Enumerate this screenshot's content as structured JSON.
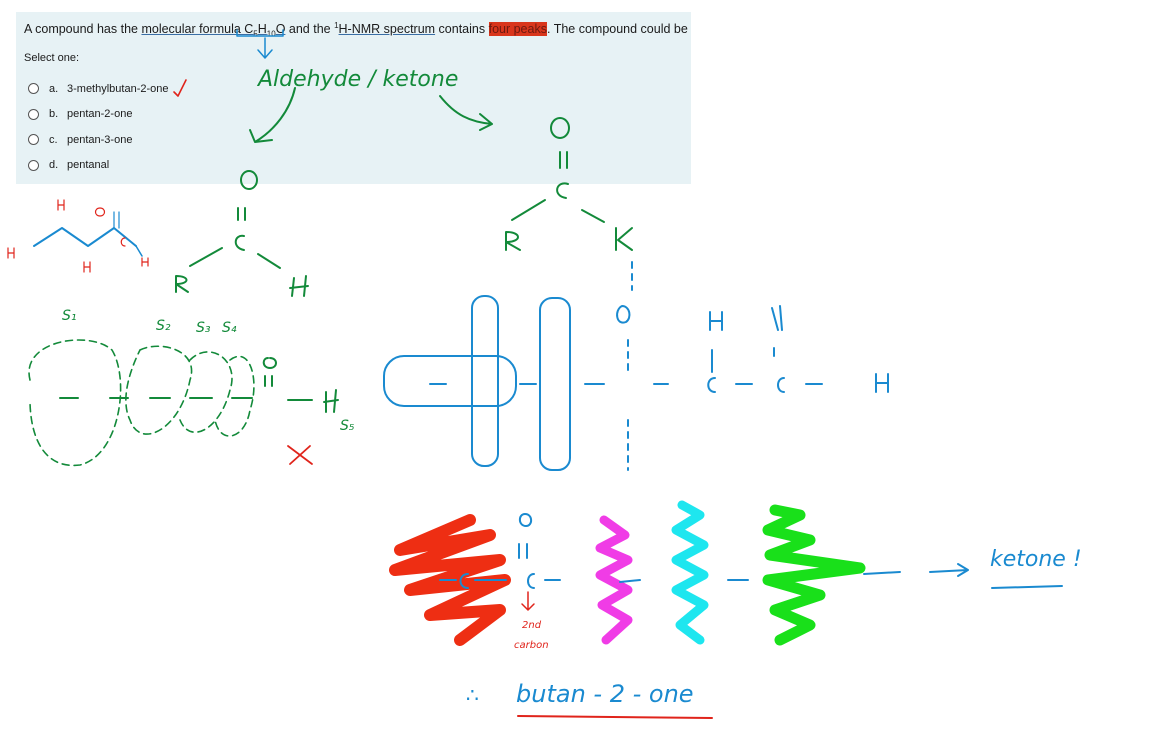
{
  "question": {
    "part1": "A compound has the ",
    "underline1": "molecular formula C",
    "sub5": "5",
    "h": "H",
    "sub10": "10",
    "o": "O",
    "part2": " and the ",
    "sup1": "1",
    "underline2": "H-NMR spectrum",
    "part3": " contains ",
    "highlight": "four peaks",
    "part4": ". The compound could be"
  },
  "select_one": "Select one:",
  "options": [
    {
      "letter": "a.",
      "label": "3-methylbutan-2-one"
    },
    {
      "letter": "b.",
      "label": "pentan-2-one"
    },
    {
      "letter": "c.",
      "label": "pentan-3-one"
    },
    {
      "letter": "d.",
      "label": "pentanal"
    }
  ],
  "notes": {
    "aldehyde_ketone": "Aldehyde / ketone",
    "ketone": "ketone !",
    "conclusion_therefore": "∴",
    "conclusion": "butan - 2 - one",
    "second_carbon": "2nd",
    "carbon": "carbon",
    "s1": "S₁",
    "s2": "S₂",
    "s3": "S₃",
    "s4": "S₄",
    "s5": "S₅"
  },
  "colors": {
    "card_bg": "#e7f2f5",
    "ink_green": "#138a3a",
    "ink_blue": "#1a8ad0",
    "ink_red": "#e0241b",
    "mark_red": "#ee2e13",
    "mark_magenta": "#f03ce6",
    "mark_cyan": "#1ee6ef",
    "mark_green": "#19e01a"
  }
}
